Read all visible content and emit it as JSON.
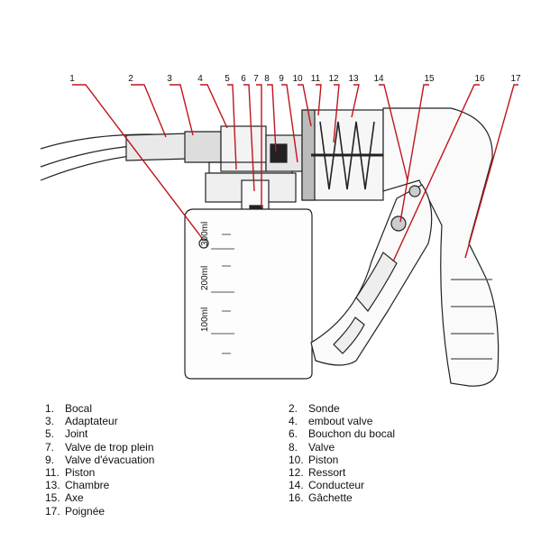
{
  "callouts": [
    "1",
    "2",
    "3",
    "4",
    "5",
    "6",
    "7",
    "8",
    "9",
    "10",
    "11",
    "12",
    "13",
    "14",
    "15",
    "16",
    "17"
  ],
  "bottle_marks": [
    "300ml",
    "200ml",
    "100ml"
  ],
  "legend_left": [
    {
      "num": "1.",
      "label": "Bocal"
    },
    {
      "num": "3.",
      "label": "Adaptateur"
    },
    {
      "num": "5.",
      "label": "Joint"
    },
    {
      "num": "7.",
      "label": "Valve de trop plein"
    },
    {
      "num": "9.",
      "label": "Valve d'évacuation"
    },
    {
      "num": "11.",
      "label": "Piston"
    },
    {
      "num": "13.",
      "label": "Chambre"
    },
    {
      "num": "15.",
      "label": "Axe"
    },
    {
      "num": "17.",
      "label": "Poignée"
    }
  ],
  "legend_right": [
    {
      "num": "2.",
      "label": "Sonde"
    },
    {
      "num": "4.",
      "label": "embout valve"
    },
    {
      "num": "6.",
      "label": "Bouchon du bocal"
    },
    {
      "num": "8.",
      "label": "Valve"
    },
    {
      "num": "10.",
      "label": "Piston"
    },
    {
      "num": "12.",
      "label": "Ressort"
    },
    {
      "num": "14.",
      "label": "Conducteur"
    },
    {
      "num": "16.",
      "label": "Gâchette"
    }
  ],
  "colors": {
    "leader": "#c0141c",
    "drawing": "#222222"
  }
}
